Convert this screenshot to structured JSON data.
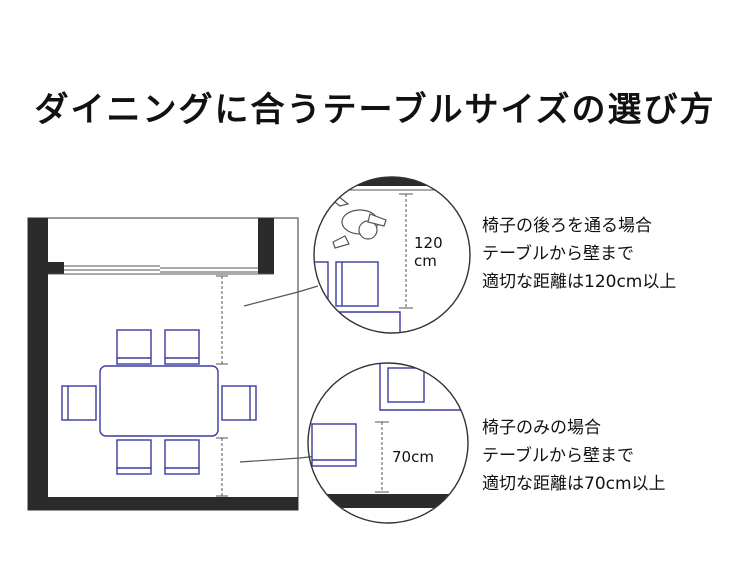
{
  "title": "ダイニングに合うテーブルサイズの選び方",
  "callout_top": {
    "dimension": [
      "120",
      "cm"
    ],
    "lines": [
      "椅子の後ろを通る場合",
      "テーブルから壁まで",
      "適切な距離は120cm以上"
    ]
  },
  "callout_bottom": {
    "dimension": "70cm",
    "lines": [
      "椅子のみの場合",
      "テーブルから壁まで",
      "適切な距離は70cm以上"
    ]
  },
  "colors": {
    "wall": "#2b2b2b",
    "furniture": "#3a3aa0",
    "line": "#555555"
  }
}
